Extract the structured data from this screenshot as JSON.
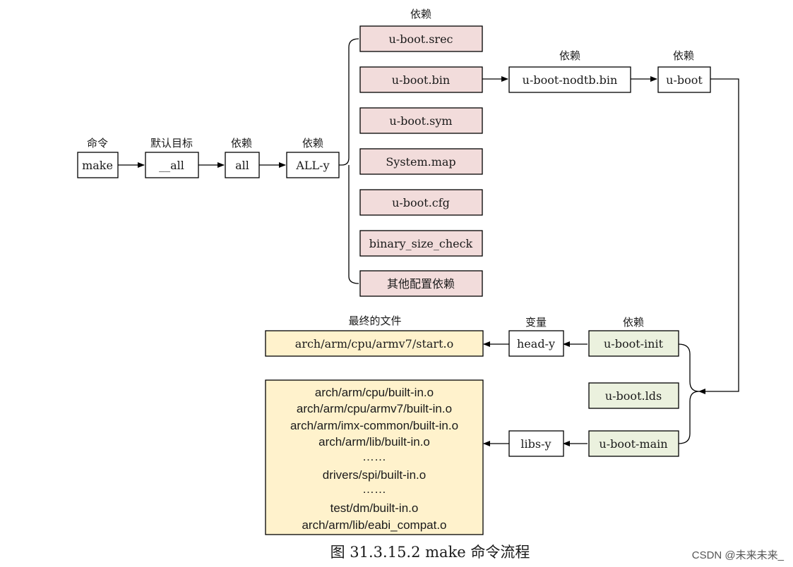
{
  "colors": {
    "pink": "#f2dcdb",
    "green": "#ebf1de",
    "yellow": "#fff2cc",
    "white": "#ffffff",
    "stroke": "#000000"
  },
  "labels": {
    "command": "命令",
    "default_target": "默认目标",
    "depends": "依赖",
    "final_files": "最终的文件",
    "variable": "变量"
  },
  "boxes": {
    "make": "make",
    "all_default": "__all",
    "all": "all",
    "all_y": "ALL-y",
    "srec": "u-boot.srec",
    "bin": "u-boot.bin",
    "sym": "u-boot.sym",
    "system_map": "System.map",
    "cfg": "u-boot.cfg",
    "size_check": "binary_size_check",
    "other": "其他配置依赖",
    "nodtb": "u-boot-nodtb.bin",
    "uboot": "u-boot",
    "init": "u-boot-init",
    "lds": "u-boot.lds",
    "main": "u-boot-main",
    "head_y": "head-y",
    "libs_y": "libs-y",
    "start_o": "arch/arm/cpu/armv7/start.o"
  },
  "libs_files": [
    "arch/arm/cpu/built-in.o",
    "arch/arm/cpu/armv7/built-in.o",
    "arch/arm/imx-common/built-in.o",
    "arch/arm/lib/built-in.o",
    "……",
    "drivers/spi/built-in.o",
    "……",
    "test/dm/built-in.o",
    "arch/arm/lib/eabi_compat.o"
  ],
  "caption": "图 31.3.15.2 make 命令流程",
  "watermark": "CSDN @未来未来_"
}
